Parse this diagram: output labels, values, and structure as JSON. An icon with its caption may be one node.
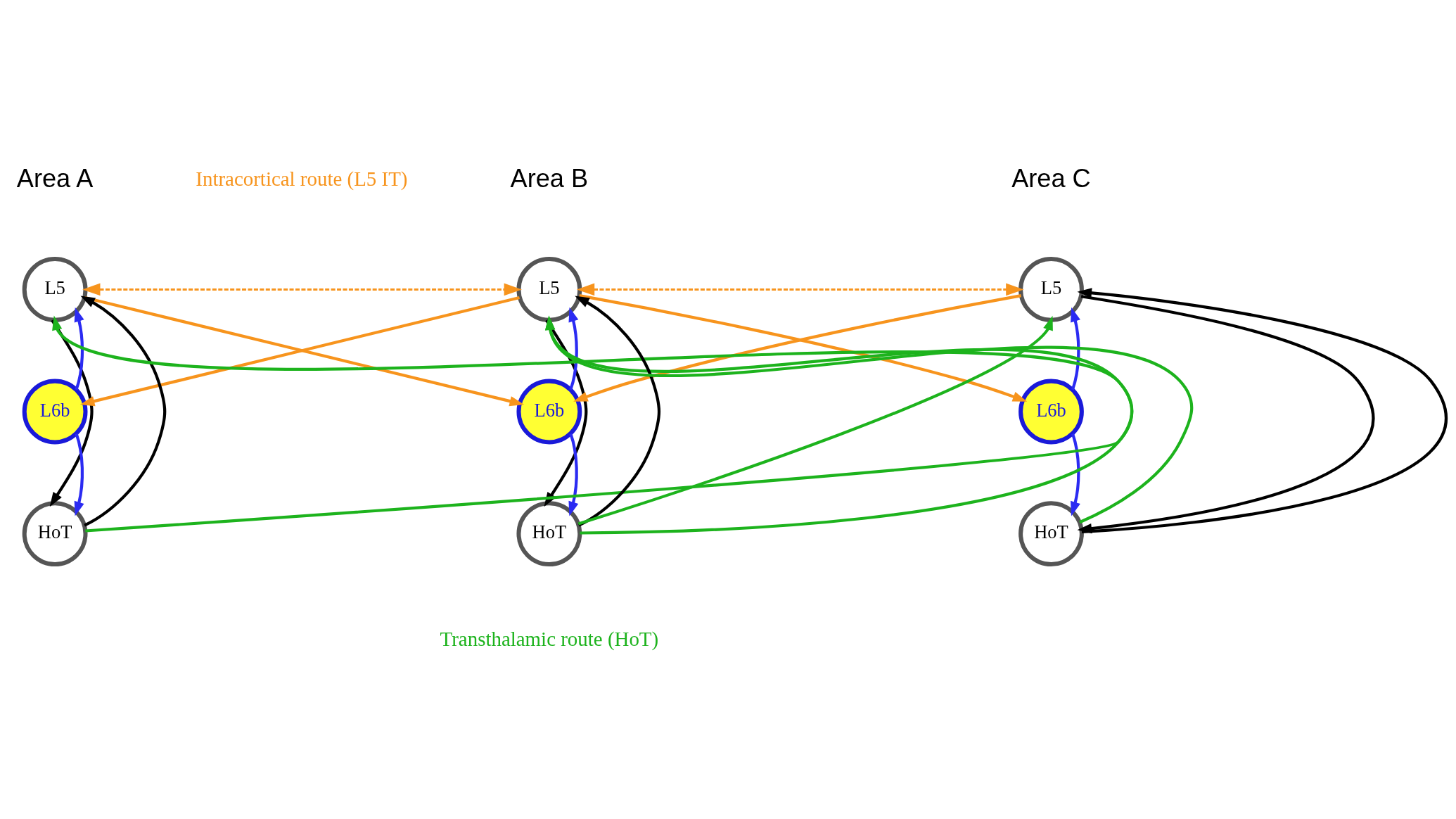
{
  "diagram": {
    "nodes": [
      {
        "text": [
          "L5"
        ]
      },
      {
        "text": [
          "L5"
        ]
      },
      {
        "text": [
          "L5"
        ]
      },
      {
        "text": [
          "L6b"
        ]
      },
      {
        "text": [
          "L6b"
        ]
      },
      {
        "text": [
          "L6b"
        ]
      },
      {
        "text": [
          "HoT"
        ]
      },
      {
        "text": [
          "HoT"
        ]
      },
      {
        "text": [
          "HoT"
        ]
      }
    ],
    "edges": [
      {
        "from": 0,
        "to": 1,
        "arrow": "both",
        "style": "dashed",
        "color": "#f7941d"
      },
      {
        "from": 1,
        "to": 2,
        "arrow": "both",
        "style": "dashed",
        "color": "#f7941d"
      },
      {
        "from": 0,
        "to": 4,
        "arrow": "to",
        "color": "#f7941d"
      },
      {
        "from": 1,
        "to": 3,
        "arrow": "to",
        "color": "#f7941d"
      },
      {
        "from": 1,
        "to": 5,
        "arrow": "to",
        "color": "#f7941d"
      },
      {
        "from": 2,
        "to": 4,
        "arrow": "to",
        "color": "#f7941d"
      },
      {
        "from": 6,
        "to": 1,
        "arrow": "to",
        "color": "#1db31d"
      },
      {
        "from": 7,
        "to": 0,
        "arrow": "to",
        "color": "#1db31d"
      },
      {
        "from": 7,
        "to": 2,
        "arrow": "to",
        "color": "#1db31d"
      },
      {
        "from": 8,
        "to": 1,
        "arrow": "to",
        "color": "#1db31d"
      },
      {
        "from": 6,
        "to": 0,
        "arrow": "to",
        "color": "#000000"
      },
      {
        "from": 0,
        "to": 6,
        "arrow": "to",
        "color": "#000000"
      },
      {
        "from": 3,
        "to": 0,
        "arrow": "to",
        "color": "#2b2bf2"
      },
      {
        "from": 3,
        "to": 6,
        "arrow": "to",
        "color": "#2b2bf2"
      },
      {
        "from": 7,
        "to": 1,
        "arrow": "to",
        "color": "#000000"
      },
      {
        "from": 1,
        "to": 7,
        "arrow": "to",
        "color": "#000000"
      },
      {
        "from": 4,
        "to": 1,
        "arrow": "to",
        "color": "#2b2bf2"
      },
      {
        "from": 4,
        "to": 7,
        "arrow": "to",
        "color": "#2b2bf2"
      },
      {
        "from": 8,
        "to": 2,
        "arrow": "to",
        "color": "#000000"
      },
      {
        "from": 2,
        "to": 8,
        "arrow": "to",
        "color": "#000000"
      },
      {
        "from": 5,
        "to": 2,
        "arrow": "to",
        "color": "#2b2bf2"
      },
      {
        "from": 5,
        "to": 8,
        "arrow": "to",
        "color": "#2b2bf2"
      }
    ],
    "labels": [
      "Area A",
      "Area B",
      "Area C",
      "Intracortical route (L5 IT)",
      "Transthalamic route (HoT)"
    ]
  }
}
